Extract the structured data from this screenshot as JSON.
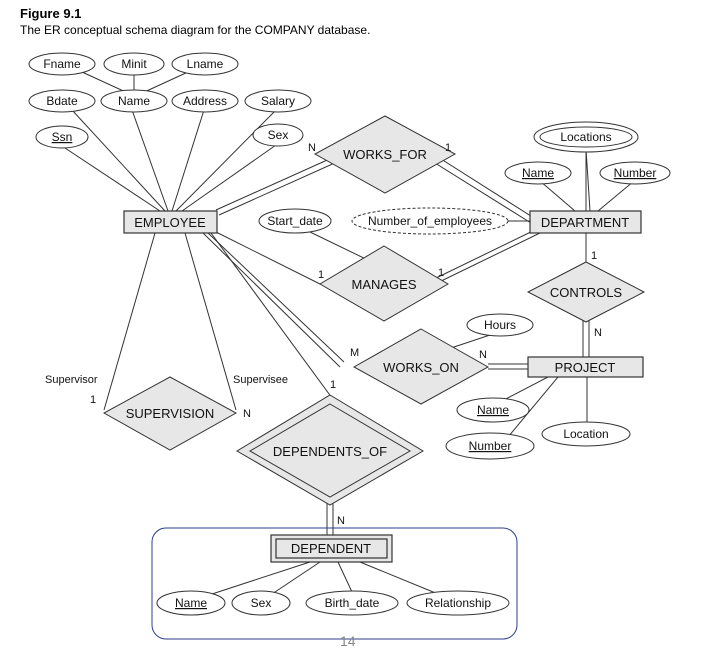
{
  "figure": {
    "title": "Figure 9.1",
    "caption": "The ER conceptual schema diagram for the COMPANY database.",
    "page_number": "14"
  },
  "entities": {
    "employee": "EMPLOYEE",
    "department": "DEPARTMENT",
    "project": "PROJECT",
    "dependent": "DEPENDENT"
  },
  "relationships": {
    "works_for": "WORKS_FOR",
    "manages": "MANAGES",
    "works_on": "WORKS_ON",
    "controls": "CONTROLS",
    "supervision": "SUPERVISION",
    "dependents_of": "DEPENDENTS_OF"
  },
  "attributes": {
    "fname": "Fname",
    "minit": "Minit",
    "lname": "Lname",
    "bdate": "Bdate",
    "emp_name": "Name",
    "address": "Address",
    "salary": "Salary",
    "ssn": "Ssn",
    "sex": "Sex",
    "locations": "Locations",
    "dept_name": "Name",
    "dept_number": "Number",
    "start_date": "Start_date",
    "number_of_employees": "Number_of_employees",
    "hours": "Hours",
    "proj_name": "Name",
    "proj_number": "Number",
    "proj_location": "Location",
    "dep_name": "Name",
    "dep_sex": "Sex",
    "birth_date": "Birth_date",
    "relationship": "Relationship"
  },
  "cardinalities": {
    "works_for_employee": "N",
    "works_for_department": "1",
    "manages_employee": "1",
    "manages_department": "1",
    "works_on_employee": "M",
    "works_on_project": "N",
    "controls_department": "1",
    "controls_project": "N",
    "supervision_supervisor": "1",
    "supervision_supervisee": "N",
    "dependents_of_employee": "1",
    "dependents_of_dependent": "N"
  },
  "roles": {
    "supervisor": "Supervisor",
    "supervisee": "Supervisee"
  },
  "colors": {
    "entity_fill": "#e7e7e7",
    "stroke": "#333333",
    "highlight_frame": "#2c3e8c"
  }
}
